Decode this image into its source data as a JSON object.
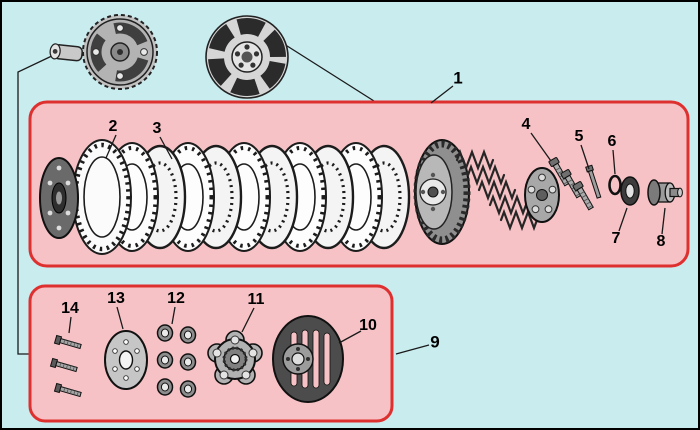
{
  "callouts": {
    "c1": "1",
    "c2": "2",
    "c3": "3",
    "c4": "4",
    "c5": "5",
    "c6": "6",
    "c7": "7",
    "c8": "8",
    "c9": "9",
    "c10": "10",
    "c11": "11",
    "c12": "12",
    "c13": "13",
    "c14": "14"
  },
  "colors": {
    "background": "#c9ecef",
    "box_fill": "#f6c2c5",
    "box_stroke": "#df3030",
    "line": "#1a1a1a",
    "ink": "#000000"
  }
}
